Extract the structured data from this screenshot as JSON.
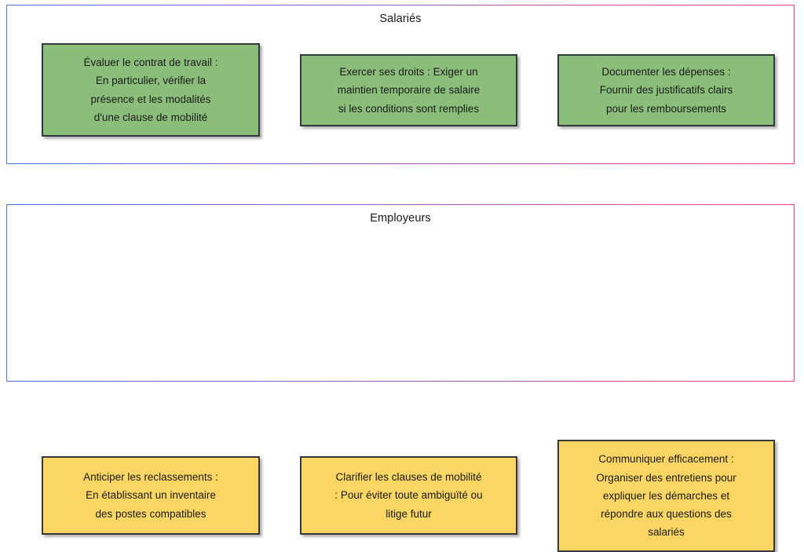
{
  "diagram": {
    "type": "two-group-card-diagram",
    "background": "#ffffff",
    "accent_border_gradient": [
      "#4472e8",
      "#f53d6b"
    ],
    "groups": [
      {
        "id": "salaries",
        "title": "Salariés",
        "card_color": "#8CBE7B",
        "cards": [
          {
            "id": "s1",
            "text": "Évaluer le contrat de travail :\nEn particulier, vérifier la\nprésence et les modalités\nd'une clause de mobilité"
          },
          {
            "id": "s2",
            "text": "Exercer ses droits : Exiger un\nmaintien temporaire de salaire\nsi les conditions sont remplies"
          },
          {
            "id": "s3",
            "text": "Documenter les dépenses :\nFournir des justificatifs clairs\npour les remboursements"
          }
        ]
      },
      {
        "id": "employeurs",
        "title": "Employeurs",
        "card_color": "#FBD665",
        "cards": [
          {
            "id": "e1",
            "text": "Anticiper les reclassements :\nEn établissant un inventaire\ndes postes compatibles"
          },
          {
            "id": "e2",
            "text": "Clarifier les clauses de mobilité\n: Pour éviter toute ambiguïté ou\nlitige futur"
          },
          {
            "id": "e3",
            "text": "Communiquer efficacement :\nOrganiser des entretiens pour\nexpliquer les démarches et\nrépondre aux questions des\nsalariés"
          }
        ]
      }
    ]
  }
}
